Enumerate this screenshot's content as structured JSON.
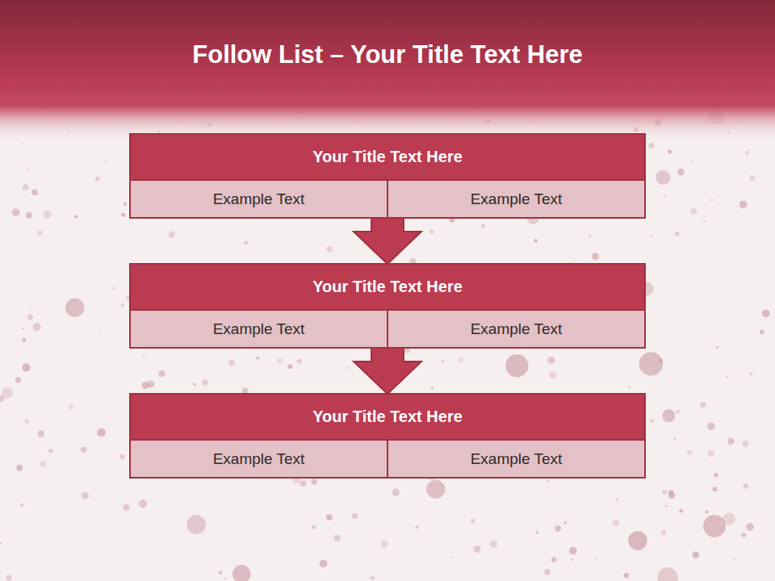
{
  "diagram": {
    "title": "Follow List  – Your Title Text Here",
    "nodes": [
      {
        "text": [
          "Your Title Text Here"
        ]
      },
      {
        "text": [
          "Example Text"
        ],
        "in": 0
      },
      {
        "text": [
          "Example Text"
        ],
        "in": 0
      },
      {
        "text": [
          "Your Title Text Here"
        ]
      },
      {
        "text": [
          "Example Text"
        ],
        "in": 3
      },
      {
        "text": [
          "Example Text"
        ],
        "in": 3
      },
      {
        "text": [
          "Your Title Text Here"
        ]
      },
      {
        "text": [
          "Example Text"
        ],
        "in": 6
      },
      {
        "text": [
          "Example Text"
        ],
        "in": 6
      }
    ],
    "edges": [
      {
        "from": 0,
        "to": 3,
        "arrow": "to"
      },
      {
        "from": 3,
        "to": 6,
        "arrow": "to"
      }
    ]
  }
}
